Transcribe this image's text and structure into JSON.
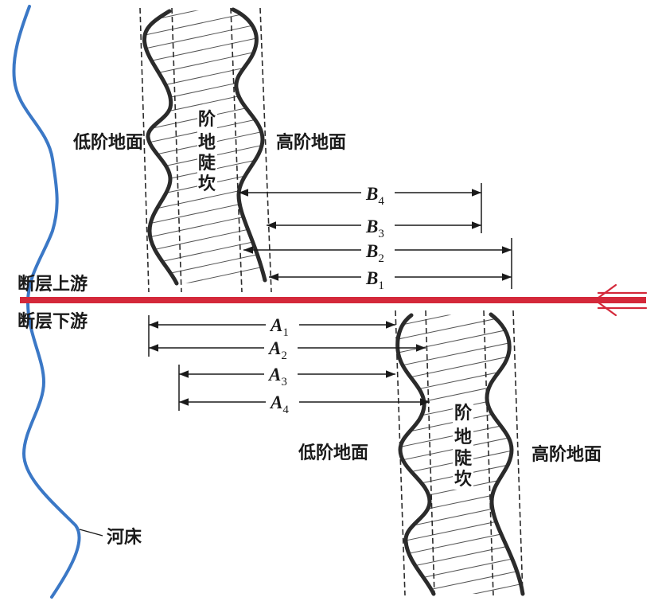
{
  "fault": {
    "upstream_label": "断层上游",
    "downstream_label": "断层下游"
  },
  "river": {
    "label": "河床"
  },
  "upper_block": {
    "low_surface": "低阶地面",
    "high_surface": "高阶地面",
    "scarp": [
      "阶",
      "地",
      "陡",
      "坎"
    ]
  },
  "lower_block": {
    "low_surface": "低阶地面",
    "high_surface": "高阶地面",
    "scarp": [
      "阶",
      "地",
      "陡",
      "坎"
    ]
  },
  "measurements": {
    "upper": [
      {
        "letter": "B",
        "sub": "4"
      },
      {
        "letter": "B",
        "sub": "3"
      },
      {
        "letter": "B",
        "sub": "2"
      },
      {
        "letter": "B",
        "sub": "1"
      }
    ],
    "lower": [
      {
        "letter": "A",
        "sub": "1"
      },
      {
        "letter": "A",
        "sub": "2"
      },
      {
        "letter": "A",
        "sub": "3"
      },
      {
        "letter": "A",
        "sub": "4"
      }
    ]
  },
  "colors": {
    "river": "#3b78c6",
    "fault": "#d4283a",
    "ink": "#2b2b2b"
  }
}
